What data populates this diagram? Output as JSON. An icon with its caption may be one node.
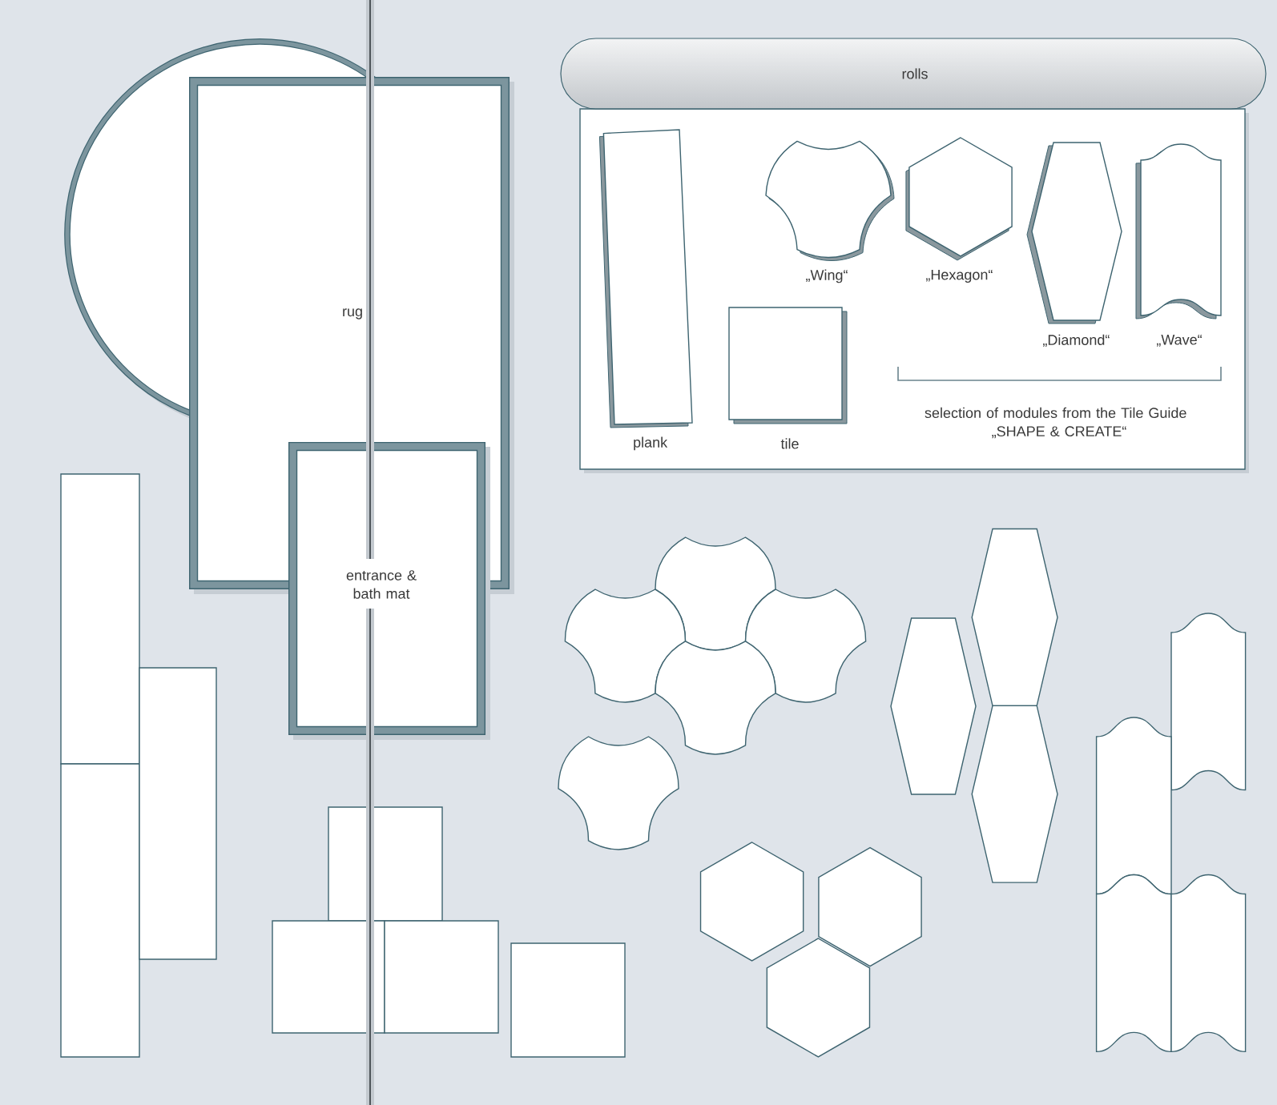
{
  "diagram": {
    "nodes": [
      {
        "text": [],
        "shape": "circle"
      },
      {
        "text": [
          "rug"
        ]
      },
      {
        "text": [
          "entrance & bath mat"
        ]
      },
      {
        "text": [
          "rolls"
        ]
      },
      {
        "text": [
          "selection of modules from the Tile Guide „SHAPE & CREATE“"
        ]
      },
      {
        "text": [
          "plank"
        ],
        "in": 4
      },
      {
        "text": [
          "tile"
        ],
        "in": 4
      },
      {
        "text": [
          "„Wing“"
        ],
        "in": 4
      },
      {
        "text": [
          "„Hexagon“"
        ],
        "in": 4
      },
      {
        "text": [
          "„Diamond“"
        ],
        "in": 4
      },
      {
        "text": [
          "„Wave“"
        ],
        "in": 4
      },
      {
        "text": [],
        "shape": "bar"
      },
      {
        "text": [],
        "shape": "bar"
      },
      {
        "text": [],
        "shape": "bar"
      },
      {
        "text": [],
        "shape": "box"
      },
      {
        "text": [],
        "shape": "box"
      },
      {
        "text": [],
        "shape": "box"
      },
      {
        "text": [],
        "shape": "box"
      },
      {
        "text": [],
        "shape": "wing"
      },
      {
        "text": [],
        "shape": "wing"
      },
      {
        "text": [],
        "shape": "wing"
      },
      {
        "text": [],
        "shape": "wing"
      },
      {
        "text": [],
        "shape": "wing"
      },
      {
        "text": [],
        "shape": "hexagon"
      },
      {
        "text": [],
        "shape": "hexagon"
      },
      {
        "text": [],
        "shape": "hexagon"
      },
      {
        "text": [],
        "shape": "hexagon"
      },
      {
        "text": [],
        "shape": "hexagon"
      },
      {
        "text": [],
        "shape": "hexagon"
      },
      {
        "text": [],
        "shape": "wave"
      },
      {
        "text": [],
        "shape": "wave"
      },
      {
        "text": [],
        "shape": "wave"
      },
      {
        "text": [],
        "shape": "wave"
      }
    ]
  }
}
